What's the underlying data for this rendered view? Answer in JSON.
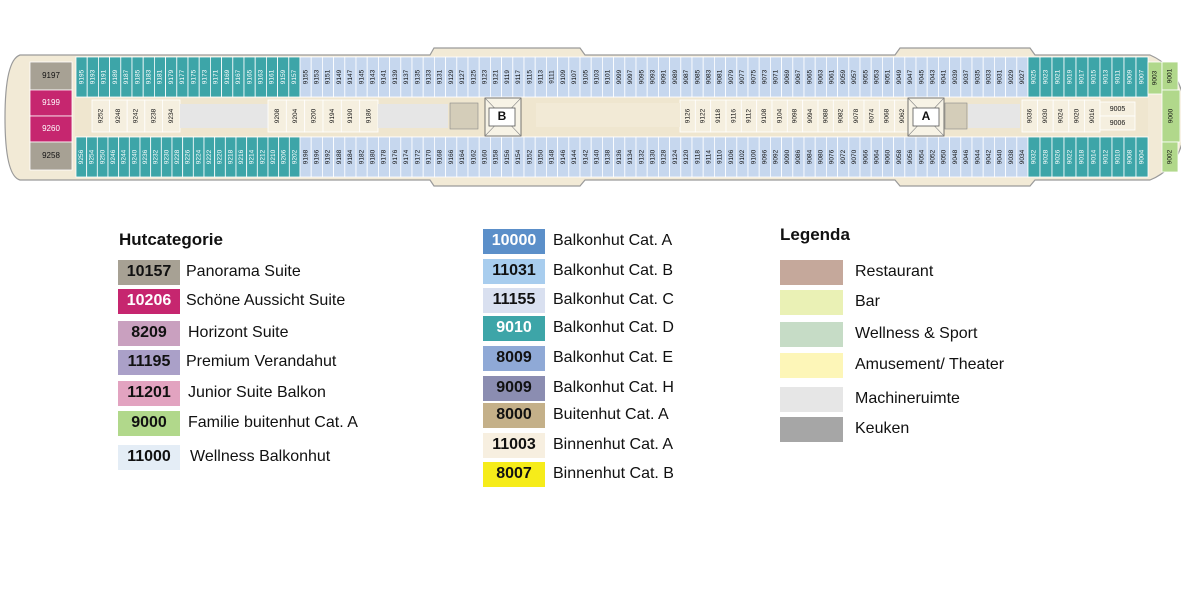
{
  "deck": {
    "elevator_b": "B",
    "elevator_a": "A",
    "cabins": {
      "aft_left": [
        "9197",
        "9199",
        "9260",
        "9258"
      ],
      "row1_a": [
        "9195",
        "9193",
        "9191",
        "9189",
        "9187",
        "9185",
        "9183",
        "9181",
        "9179",
        "9177",
        "9175",
        "9173",
        "9171",
        "9169",
        "9167",
        "9165",
        "9163",
        "9161",
        "9159",
        "9157"
      ],
      "row1_b": [
        "9155",
        "9153",
        "9151",
        "9149",
        "9147",
        "9145",
        "9143",
        "9141",
        "9139",
        "9137",
        "9135",
        "9133",
        "9131",
        "9129",
        "9127",
        "9125",
        "9123",
        "9121",
        "9119",
        "9117",
        "9115",
        "9113",
        "9111",
        "9109",
        "9107",
        "9105",
        "9103",
        "9101",
        "9099",
        "9097",
        "9095",
        "9093",
        "9091",
        "9089",
        "9087",
        "9085",
        "9083",
        "9081",
        "9079",
        "9077",
        "9075",
        "9073",
        "9071",
        "9069",
        "9067",
        "9065",
        "9063",
        "9061",
        "9059",
        "9057",
        "9055",
        "9053",
        "9051",
        "9049",
        "9047",
        "9045",
        "9043",
        "9041",
        "9039",
        "9037",
        "9035",
        "9033",
        "9031",
        "9029",
        "9027"
      ],
      "row1_c": [
        "9025",
        "9023",
        "9021",
        "9019",
        "9017",
        "9015",
        "9013",
        "9011",
        "9009",
        "9007"
      ],
      "inner_top_left": [
        "9252",
        "9248",
        "9242",
        "9238",
        "9234"
      ],
      "inner_top_mid": [
        "9208",
        "9204",
        "9200",
        "9194",
        "9190",
        "9186"
      ],
      "inner_top_right": [
        "9126",
        "9122",
        "9118",
        "9116",
        "9112",
        "9108",
        "9104",
        "9098",
        "9094",
        "9088",
        "9082",
        "9078",
        "9074",
        "9068",
        "9062"
      ],
      "inner_top_front": [
        "9036",
        "9030",
        "9024",
        "9020",
        "9016"
      ],
      "inner_front_right": [
        "9005",
        "9006"
      ],
      "row4_a": [
        "9256",
        "9254",
        "9250",
        "9246",
        "9244",
        "9240",
        "9236",
        "9232",
        "9230",
        "9228",
        "9226",
        "9224",
        "9222",
        "9220",
        "9218",
        "9216",
        "9214",
        "9212",
        "9210",
        "9206",
        "9202"
      ],
      "row4_b": [
        "9198",
        "9196",
        "9192",
        "9188",
        "9184",
        "9182",
        "9180",
        "9178",
        "9176",
        "9174",
        "9172",
        "9170",
        "9168",
        "9166",
        "9164",
        "9162",
        "9160",
        "9158",
        "9156",
        "9154",
        "9152",
        "9150",
        "9148",
        "9146",
        "9144",
        "9142",
        "9140",
        "9138",
        "9136",
        "9134",
        "9132",
        "9130",
        "9128",
        "9124",
        "9120",
        "9118",
        "9114",
        "9110",
        "9106",
        "9102",
        "9100",
        "9096",
        "9092",
        "9090",
        "9086",
        "9084",
        "9080",
        "9076",
        "9072",
        "9070",
        "9066",
        "9064",
        "9060",
        "9058",
        "9056",
        "9054",
        "9052",
        "9050",
        "9048",
        "9046",
        "9044",
        "9042",
        "9040",
        "9038",
        "9034"
      ],
      "row4_c": [
        "9032",
        "9028",
        "9026",
        "9022",
        "9018",
        "9014",
        "9012",
        "9010",
        "9008",
        "9004"
      ],
      "bow": [
        "9003",
        "9001",
        "9000",
        "9002"
      ]
    }
  },
  "hutcategorie": {
    "title": "Hutcategorie",
    "items": [
      {
        "code": "10157",
        "label": "Panorama Suite",
        "color": "#a7a194"
      },
      {
        "code": "10206",
        "label": "Schöne Aussicht Suite",
        "color": "#c6266f"
      },
      {
        "code": "8209",
        "label": "Horizont Suite",
        "color": "#c9a0bf"
      },
      {
        "code": "11195",
        "label": "Premium Verandahut",
        "color": "#aaa0c8"
      },
      {
        "code": "11201",
        "label": "Junior Suite Balkon",
        "color": "#e2a3c0"
      },
      {
        "code": "9000",
        "label": "Familie buitenhut Cat. A",
        "color": "#b1d88b"
      },
      {
        "code": "11000",
        "label": "Wellness Balkonhut",
        "color": "#e4edf6"
      }
    ]
  },
  "hutcategorie2": {
    "items": [
      {
        "code": "10000",
        "label": "Balkonhut Cat. A",
        "color": "#5b8fc9"
      },
      {
        "code": "11031",
        "label": "Balkonhut Cat. B",
        "color": "#a8cdee"
      },
      {
        "code": "11155",
        "label": "Balkonhut Cat. C",
        "color": "#d9e0f0"
      },
      {
        "code": "9010",
        "label": "Balkonhut Cat. D",
        "color": "#3da5a8"
      },
      {
        "code": "8009",
        "label": "Balkonhut Cat. E",
        "color": "#8fa9d6"
      },
      {
        "code": "9009",
        "label": "Balkonhut Cat. H",
        "color": "#8b8db1"
      },
      {
        "code": "8000",
        "label": "Buitenhut Cat. A",
        "color": "#c4b089"
      },
      {
        "code": "11003",
        "label": "Binnenhut Cat. A",
        "color": "#f7efe0"
      },
      {
        "code": "8007",
        "label": "Binnenhut Cat. B",
        "color": "#f6ec1a"
      }
    ]
  },
  "legenda": {
    "title": "Legenda",
    "items": [
      {
        "label": "Restaurant",
        "color": "#c5a89b"
      },
      {
        "label": "Bar",
        "color": "#eaf1b5"
      },
      {
        "label": "Wellness & Sport",
        "color": "#c6dcc6"
      },
      {
        "label": "Amusement/ Theater",
        "color": "#fdf6b8"
      },
      {
        "label": "Machineruimte",
        "color": "#e6e6e6"
      },
      {
        "label": "Keuken",
        "color": "#a6a6a6"
      }
    ]
  }
}
